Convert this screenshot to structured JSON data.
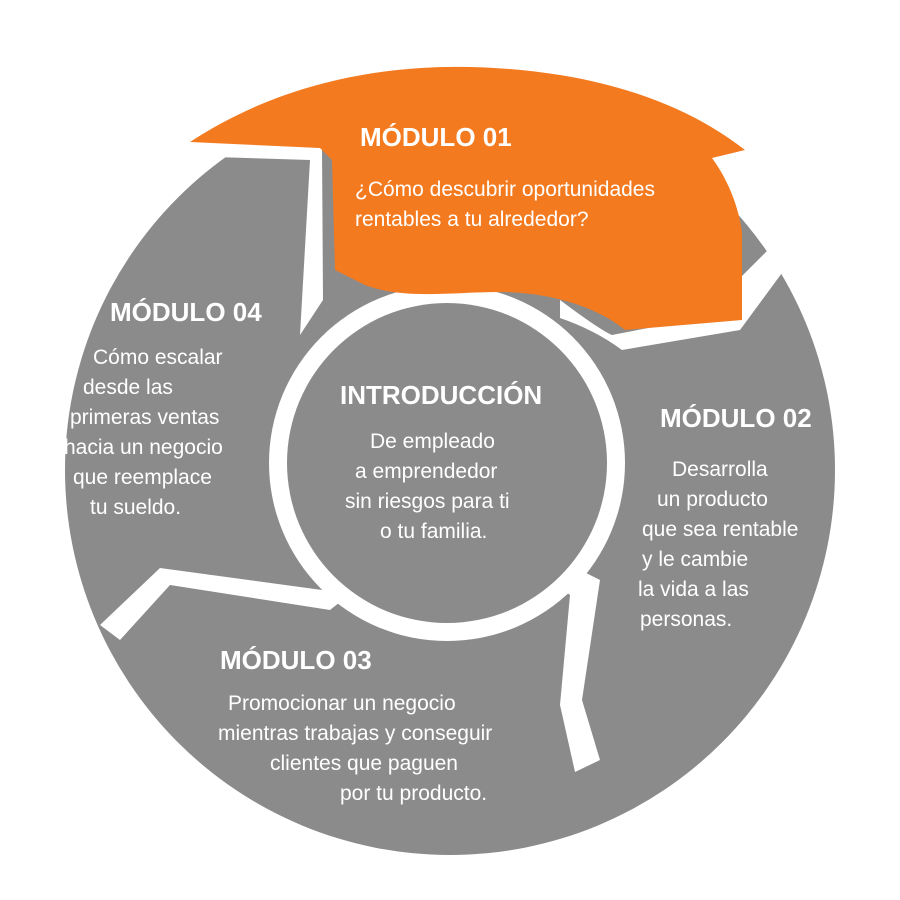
{
  "colors": {
    "module_01": "#F47A1F",
    "segments": "#8B8B8B",
    "center": "#8B8B8B",
    "text": "#FFFFFF",
    "background": "#FFFFFF"
  },
  "modules": [
    {
      "title": "MÓDULO 01",
      "lines": [
        "¿Cómo descubrir oportunidades",
        "rentables a tu alrededor?"
      ]
    },
    {
      "title": "MÓDULO 02",
      "lines": [
        "Desarrolla",
        "un producto",
        "que sea rentable",
        "y le cambie",
        "la vida a las",
        "personas."
      ]
    },
    {
      "title": "MÓDULO 03",
      "lines": [
        "Promocionar un negocio",
        "mientras trabajas y conseguir",
        "clientes que paguen",
        "por tu producto."
      ]
    },
    {
      "title": "MÓDULO 04",
      "lines": [
        "Cómo escalar",
        "desde las",
        "primeras ventas",
        "hacia un negocio",
        "que reemplace",
        "tu sueldo."
      ]
    }
  ],
  "intro": {
    "title": "INTRODUCCIÓN",
    "lines": [
      "De empleado",
      "a emprendedor",
      "sin riesgos para ti",
      "o tu familia."
    ]
  }
}
